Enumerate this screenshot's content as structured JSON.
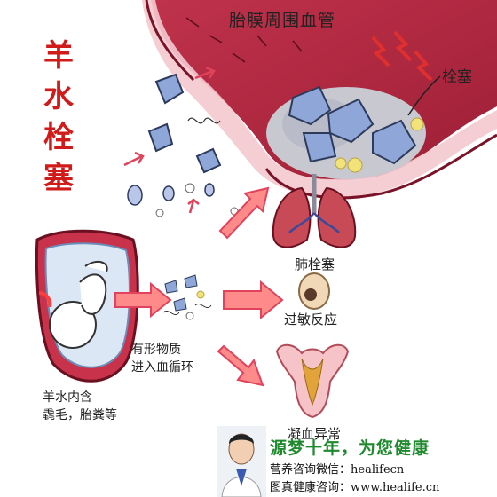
{
  "title": [
    "羊",
    "水",
    "栓",
    "塞"
  ],
  "labels": {
    "vessel": "胎膜周围血管",
    "embolus": "栓塞",
    "pulmonary_embolism": "肺栓塞",
    "allergic_reaction": "过敏反应",
    "coagulation_abnormality": "凝血异常",
    "formed_substances_line1": "有形物质",
    "formed_substances_line2": "进入血循环",
    "amniotic_contents_line1": "羊水内含",
    "amniotic_contents_line2": "毳毛，胎粪等"
  },
  "footer": {
    "slogan": "源梦十年，为您健康",
    "wechat": "营养咨询微信：healifecn",
    "website": "图真健康咨询：www.healife.cn"
  },
  "colors": {
    "title": "#d11a1a",
    "vessel": "#b4253f",
    "cells": "#8fa7d8",
    "arrows": "#e0435b",
    "slogan": "#1f8a2d"
  }
}
